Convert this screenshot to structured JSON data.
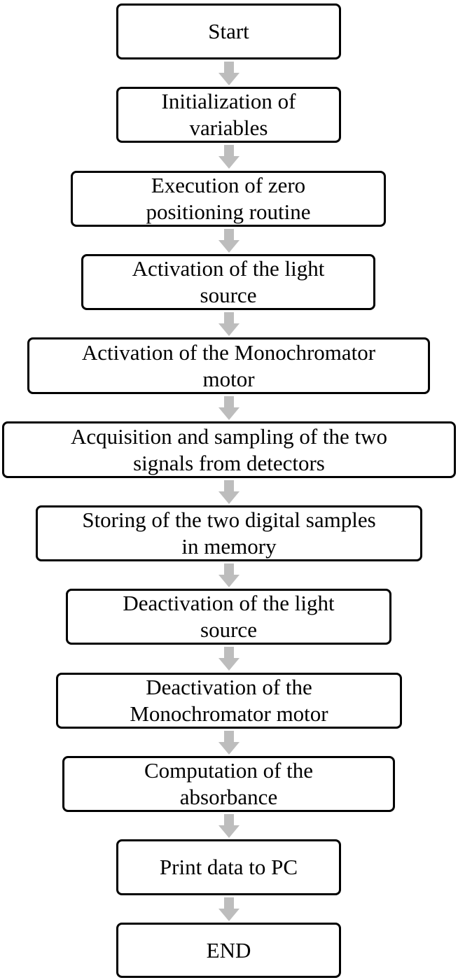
{
  "steps": [
    {
      "lines": [
        "Start"
      ]
    },
    {
      "lines": [
        "Initialization of",
        "variables"
      ]
    },
    {
      "lines": [
        "Execution of zero",
        "positioning routine"
      ]
    },
    {
      "lines": [
        "Activation of the light",
        "source"
      ]
    },
    {
      "lines": [
        "Activation of the Monochromator",
        "motor"
      ]
    },
    {
      "lines": [
        "Acquisition and sampling of the two",
        "signals from detectors"
      ]
    },
    {
      "lines": [
        "Storing of the two digital samples",
        "in memory"
      ]
    },
    {
      "lines": [
        "Deactivation of the light",
        "source"
      ]
    },
    {
      "lines": [
        "Deactivation of the",
        "Monochromator motor"
      ]
    },
    {
      "lines": [
        "Computation of the",
        "absorbance"
      ]
    },
    {
      "lines": [
        "Print data to PC"
      ]
    },
    {
      "lines": [
        "END"
      ]
    }
  ],
  "colors": {
    "box_border": "#000000",
    "box_fill": "#ffffff",
    "text": "#000000",
    "arrow": "#bdbdbd"
  }
}
